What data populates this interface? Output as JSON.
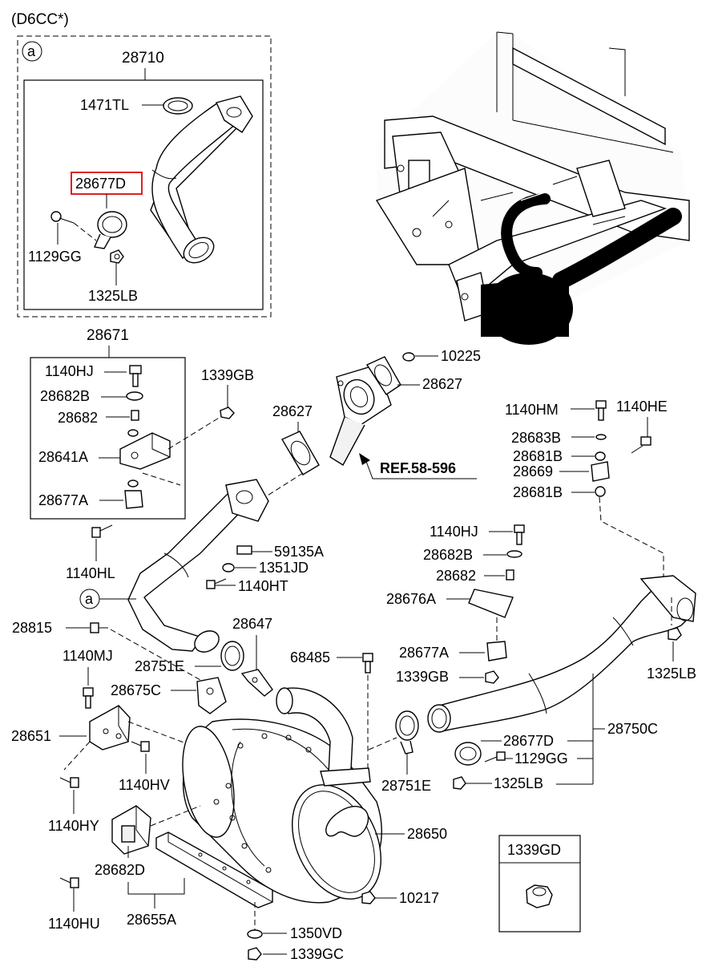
{
  "variant": "(D6CC*)",
  "ref": "REF.58-596",
  "callout": "a",
  "highlight": "28677D",
  "labels": {
    "p28710": "28710",
    "p1471TL": "1471TL",
    "p28677D_a": "28677D",
    "p1129GG_a": "1129GG",
    "p1325LB_a": "1325LB",
    "p28671": "28671",
    "p1140HJ_a": "1140HJ",
    "p28682B_a": "28682B",
    "p28682_a": "28682",
    "p28641A": "28641A",
    "p28677A_a": "28677A",
    "p1339GB_a": "1339GB",
    "p28627_l": "28627",
    "p10225": "10225",
    "p28627_r": "28627",
    "p1140HL": "1140HL",
    "p59135A": "59135A",
    "p1351JD": "1351JD",
    "p1140HT": "1140HT",
    "p1140HM": "1140HM",
    "p1140HE": "1140HE",
    "p28683B": "28683B",
    "p28681B_1": "28681B",
    "p28669": "28669",
    "p28681B_2": "28681B",
    "p1140HJ_b": "1140HJ",
    "p28682B_b": "28682B",
    "p28682_b": "28682",
    "p28676A": "28676A",
    "p28677A_b": "28677A",
    "p1339GB_b": "1339GB",
    "p28815": "28815",
    "p28647": "28647",
    "p28751E_l": "28751E",
    "p1140MJ": "1140MJ",
    "p68485": "68485",
    "p28675C": "28675C",
    "p1325LB_r": "1325LB",
    "p28651": "28651",
    "p28677D_b": "28677D",
    "p28750C": "28750C",
    "p1129GG_b": "1129GG",
    "p1140HV": "1140HV",
    "p28751E_r": "28751E",
    "p1325LB_b": "1325LB",
    "p1140HY": "1140HY",
    "p28650": "28650",
    "p28682D": "28682D",
    "p1339GD": "1339GD",
    "p10217": "10217",
    "p1140HU": "1140HU",
    "p28655A": "28655A",
    "p1350VD": "1350VD",
    "p1339GC": "1339GC"
  }
}
